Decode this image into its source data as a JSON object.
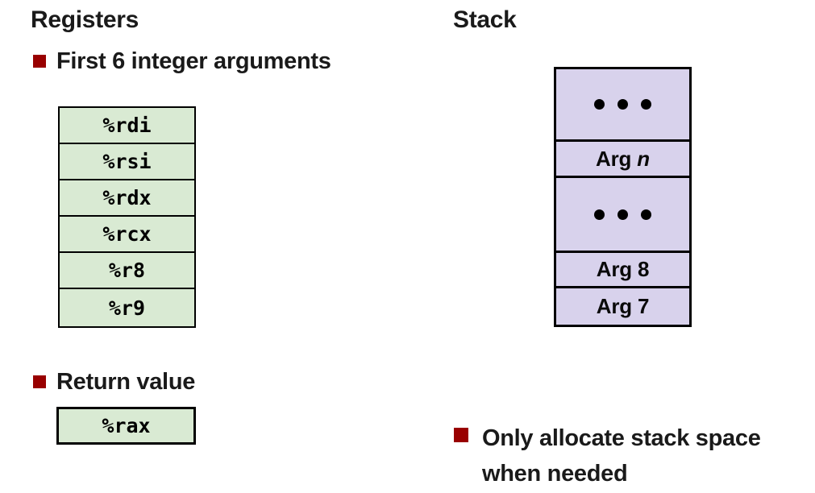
{
  "registers": {
    "title": "Registers",
    "args_bullet": "First 6 integer arguments",
    "arg_registers": [
      "%rdi",
      "%rsi",
      "%rdx",
      "%rcx",
      "%r8",
      "%r9"
    ],
    "return_bullet": "Return value",
    "return_register": "%rax"
  },
  "stack": {
    "title": "Stack",
    "dot_count": 3,
    "cells": [
      {
        "type": "dots"
      },
      {
        "type": "label",
        "text": "Arg ",
        "italic": "n"
      },
      {
        "type": "dots"
      },
      {
        "type": "label",
        "text": "Arg 8",
        "italic": ""
      },
      {
        "type": "label",
        "text": "Arg 7",
        "italic": ""
      }
    ],
    "note_line1": "Only allocate stack space",
    "note_line2": "when needed"
  },
  "colors": {
    "register_fill": "#d9ead3",
    "stack_fill": "#d8d2ec",
    "bullet_red": "#990000",
    "border": "#000000"
  }
}
